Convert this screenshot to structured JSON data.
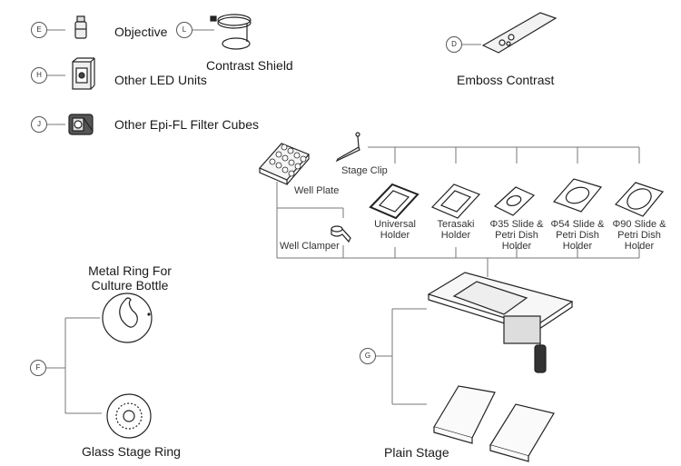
{
  "items": {
    "objective": {
      "badge": "E",
      "label": "Objective"
    },
    "contrast_shield": {
      "badge": "L",
      "label": "Contrast Shield"
    },
    "led_units": {
      "badge": "H",
      "label": "Other LED Units"
    },
    "filter_cubes": {
      "badge": "J",
      "label": "Other Epi-FL Filter Cubes"
    },
    "emboss_contrast": {
      "badge": "D",
      "label": "Emboss Contrast"
    },
    "well_plate": {
      "label": "Well Plate"
    },
    "stage_clip": {
      "label": "Stage Clip"
    },
    "well_clamper": {
      "label": "Well Clamper"
    },
    "holders": [
      {
        "label": "Universal Holder"
      },
      {
        "label": "Terasaki Holder"
      },
      {
        "label": "Φ35 Slide & Petri Dish Holder"
      },
      {
        "label": "Φ54 Slide & Petri Dish Holder"
      },
      {
        "label": "Φ90 Slide & Petri Dish Holder"
      }
    ],
    "rings": {
      "badge": "F",
      "metal_ring": "Metal Ring For Culture Bottle",
      "glass_ring": "Glass Stage Ring"
    },
    "stage": {
      "badge": "G",
      "plain_stage": "Plain Stage"
    }
  }
}
